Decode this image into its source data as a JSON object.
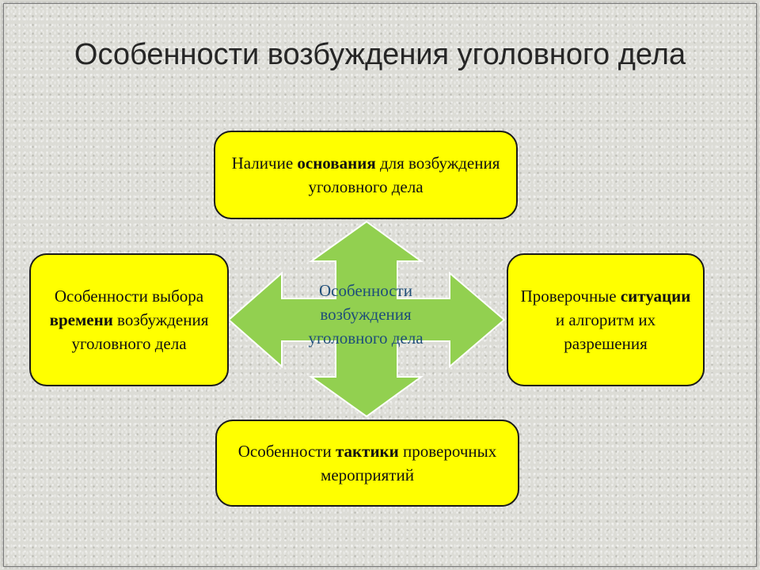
{
  "title": "Особенности возбуждения уголовного дела",
  "center": {
    "label": "Особенности возбуждения уголовного дела",
    "fill": "#92d050",
    "text_color": "#1f4e79"
  },
  "boxes": {
    "top": {
      "pre": "Наличие ",
      "bold": "основания",
      "post": " для возбуждения уголовного дела"
    },
    "left": {
      "pre": "Особенности выбора ",
      "bold": "времени",
      "post": " возбуждения уголовного дела"
    },
    "right": {
      "pre": "Проверочные ",
      "bold": "ситуации",
      "post": " и алгоритм их разрешения"
    },
    "bottom": {
      "pre": "Особенности ",
      "bold": "тактики",
      "post": " проверочных мероприятий"
    }
  },
  "colors": {
    "box_fill": "#ffff00",
    "box_border": "#1a1a1a"
  }
}
